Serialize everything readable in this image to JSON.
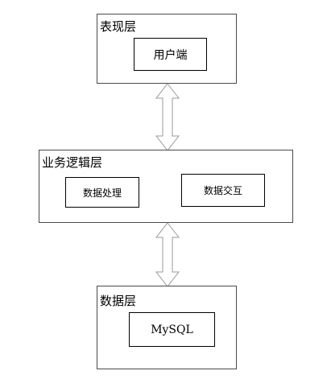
{
  "diagram": {
    "presentation_layer": {
      "title": "表现层",
      "component": "用户端"
    },
    "business_layer": {
      "title": "业务逻辑层",
      "components": [
        "数据处理",
        "数据交互"
      ]
    },
    "data_layer": {
      "title": "数据层",
      "component": "MySQL"
    },
    "connectors": [
      {
        "from": "表现层",
        "to": "业务逻辑层",
        "direction": "bidirectional"
      },
      {
        "from": "业务逻辑层",
        "to": "数据层",
        "direction": "bidirectional"
      }
    ]
  },
  "colors": {
    "border": "#4a4a4a",
    "arrow_stroke": "#9a9a9a",
    "arrow_fill": "#ffffff"
  }
}
